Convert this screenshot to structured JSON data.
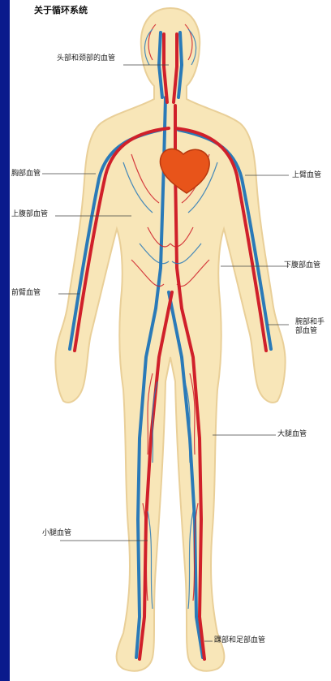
{
  "title": "关于循环系统",
  "labels": {
    "head_neck": "头部和颈部的血管",
    "chest": "胸部血管",
    "upper_arm": "上臂血管",
    "upper_abdomen": "上腹部血管",
    "lower_abdomen": "下腹部血管",
    "forearm": "前臂血管",
    "wrist_hand": "腕部和手部血管",
    "thigh": "大腿血管",
    "calf": "小腿血管",
    "foot_ankle": "踝部和足部血管"
  },
  "colors": {
    "background": "#0a1a8c",
    "skin": "#f8e6b8",
    "artery": "#d0202a",
    "vein": "#2a7ab8",
    "heart": "#e8541a"
  }
}
